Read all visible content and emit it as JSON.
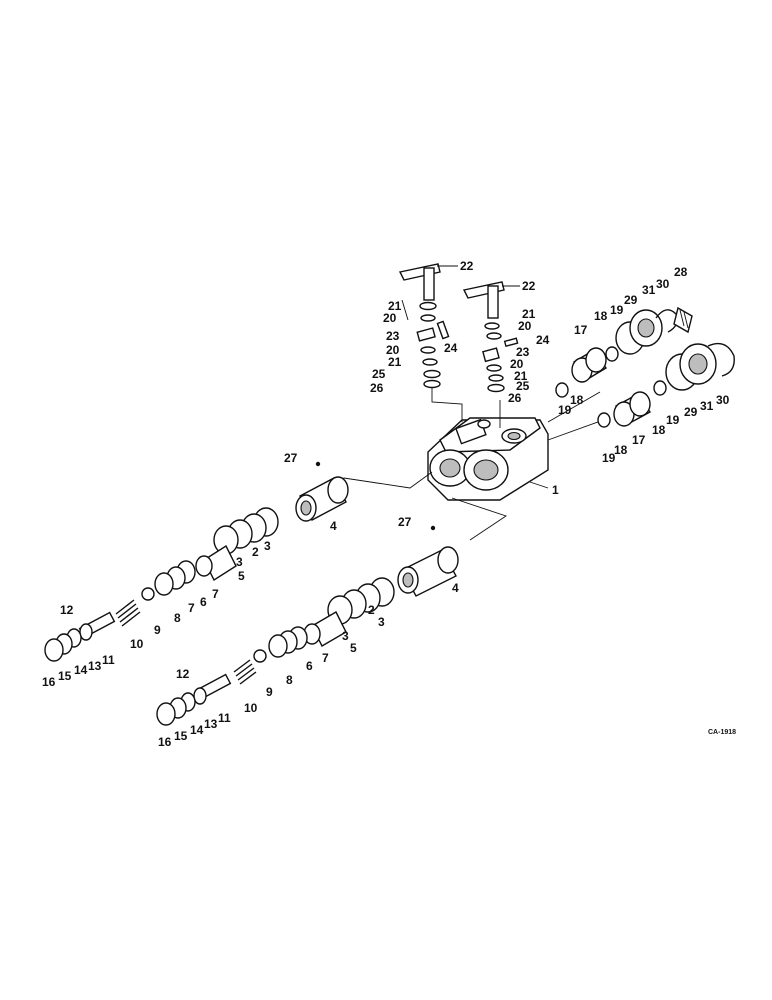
{
  "callouts": {
    "p1": "1",
    "p2a": "2",
    "p2b": "2",
    "p3a": "3",
    "p3b": "3",
    "p3c": "3",
    "p3d": "3",
    "p4a": "4",
    "p4b": "4",
    "p5a": "5",
    "p5b": "5",
    "p6a": "6",
    "p6b": "6",
    "p7a": "7",
    "p7b": "7",
    "p8a": "8",
    "p8b": "8",
    "p9a": "9",
    "p9b": "9",
    "p10a": "10",
    "p10b": "10",
    "p11a": "11",
    "p11b": "11",
    "p12a": "12",
    "p12b": "12",
    "p13a": "13",
    "p13b": "13",
    "p14a": "14",
    "p14b": "14",
    "p15a": "15",
    "p15b": "15",
    "p16a": "16",
    "p16b": "16",
    "p17a": "17",
    "p17b": "17",
    "p18a": "18",
    "p18b": "18",
    "p18c": "18",
    "p18d": "18",
    "p19a": "19",
    "p19b": "19",
    "p19c": "19",
    "p19d": "19",
    "p20a": "20",
    "p20b": "20",
    "p20c": "20",
    "p20d": "20",
    "p21a": "21",
    "p21b": "21",
    "p21c": "21",
    "p21d": "21",
    "p22a": "22",
    "p22b": "22",
    "p23a": "23",
    "p23b": "23",
    "p24a": "24",
    "p24b": "24",
    "p25a": "25",
    "p25b": "25",
    "p26a": "26",
    "p26b": "26",
    "p27a": "27",
    "p27b": "27",
    "p28": "28",
    "p29a": "29",
    "p29b": "29",
    "p30a": "30",
    "p30b": "30",
    "p31a": "31",
    "p31b": "31"
  },
  "figure_code": "CA-1918"
}
